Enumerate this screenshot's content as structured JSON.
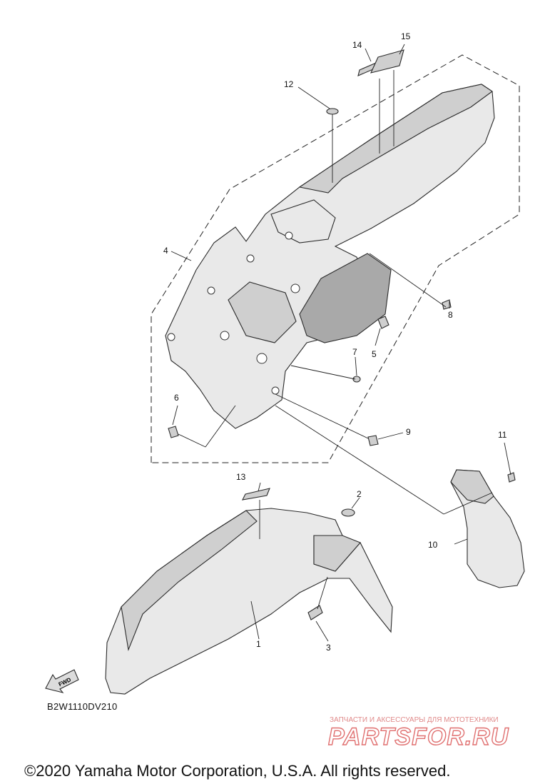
{
  "callouts": [
    "1",
    "2",
    "3",
    "4",
    "5",
    "6",
    "7",
    "8",
    "9",
    "10",
    "11",
    "12",
    "13",
    "14",
    "15"
  ],
  "fwd_label": "FWD",
  "diagram_code": "B2W1110DV210",
  "watermark": {
    "tagline": "ЗАПЧАСТИ И АКСЕССУАРЫ ДЛЯ МОТОТЕХНИКИ",
    "brand": "PARTSFOR.RU"
  },
  "copyright": "©2020 Yamaha Motor Corporation, U.S.A. All rights reserved."
}
